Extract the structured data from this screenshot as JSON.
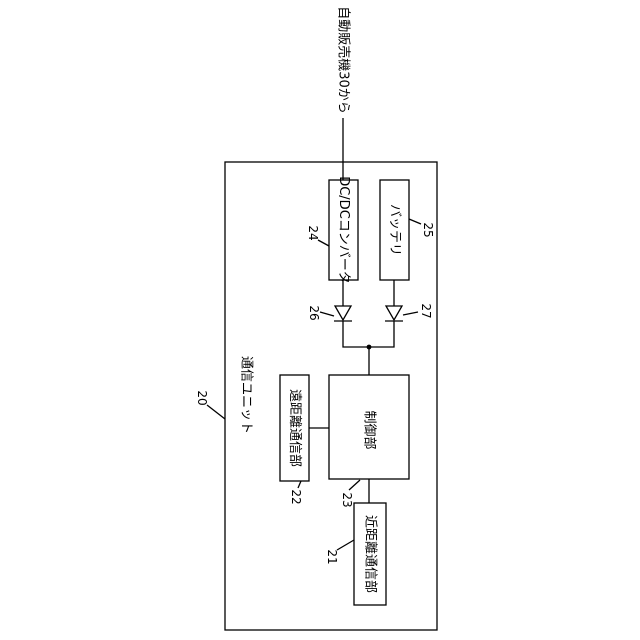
{
  "input_label": "自動販売機30から",
  "unit": {
    "label": "通信ユニット",
    "ref": "20"
  },
  "blocks": {
    "converter": {
      "label": "DC/DCコンバータ",
      "ref": "24"
    },
    "battery": {
      "label": "バッテリ",
      "ref": "25"
    },
    "controller": {
      "label": "制御部",
      "ref": "23"
    },
    "long_range": {
      "label": "遠距離通信部",
      "ref": "22"
    },
    "short_range": {
      "label": "近距離通信部",
      "ref": "21"
    }
  },
  "diodes": {
    "d1": {
      "ref": "26"
    },
    "d2": {
      "ref": "27"
    }
  }
}
